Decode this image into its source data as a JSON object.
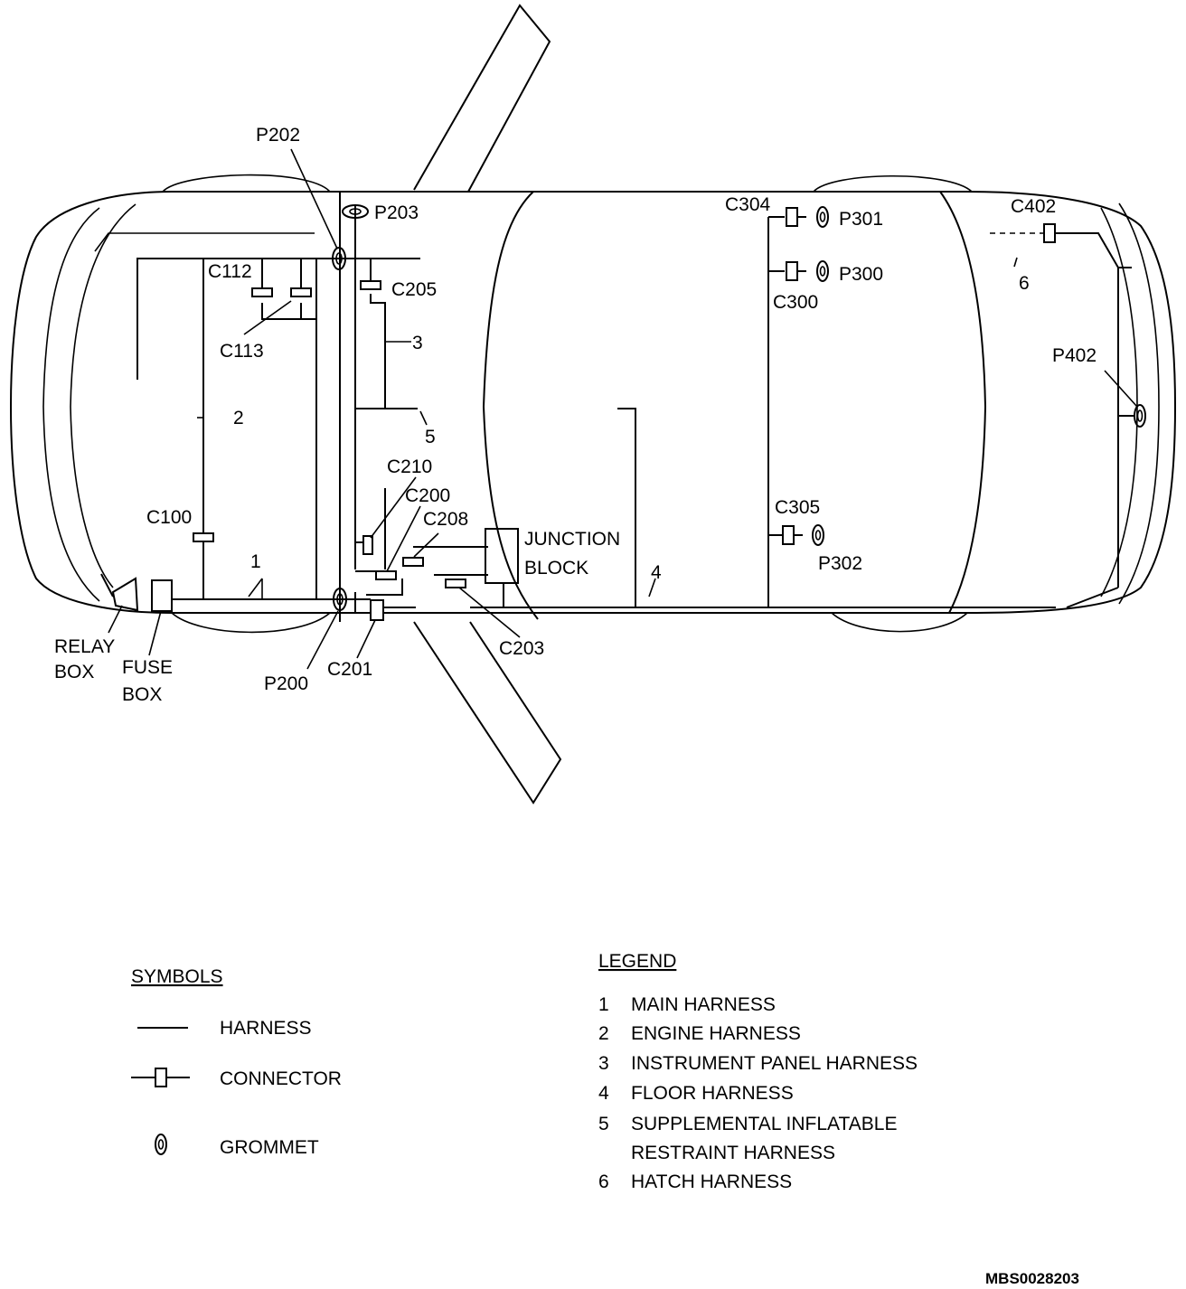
{
  "labels": {
    "p202": "P202",
    "p203": "P203",
    "c112": "C112",
    "c113": "C113",
    "c205": "C205",
    "n3": "3",
    "n2": "2",
    "n5": "5",
    "c210": "C210",
    "c200": "C200",
    "c208": "C208",
    "c100": "C100",
    "n1": "1",
    "junction1": "JUNCTION",
    "junction2": "BLOCK",
    "n4": "4",
    "relay1": "RELAY",
    "relay2": "BOX",
    "fuse1": "FUSE",
    "fuse2": "BOX",
    "p200": "P200",
    "c201": "C201",
    "c203": "C203",
    "c304": "C304",
    "p301": "P301",
    "p300": "P300",
    "c300": "C300",
    "c305": "C305",
    "p302": "P302",
    "c402": "C402",
    "n6": "6",
    "p402": "P402"
  },
  "symbols": {
    "title": "SYMBOLS",
    "harness": "HARNESS",
    "connector": "CONNECTOR",
    "grommet": "GROMMET"
  },
  "legend": {
    "title": "LEGEND",
    "items": [
      {
        "num": "1",
        "text": "MAIN HARNESS"
      },
      {
        "num": "2",
        "text": "ENGINE HARNESS"
      },
      {
        "num": "3",
        "text": "INSTRUMENT PANEL HARNESS"
      },
      {
        "num": "4",
        "text": "FLOOR HARNESS"
      },
      {
        "num": "5",
        "text": "SUPPLEMENTAL INFLATABLE"
      },
      {
        "num": "",
        "text": "RESTRAINT HARNESS"
      },
      {
        "num": "6",
        "text": "HATCH HARNESS"
      }
    ]
  },
  "figure_id": "MBS0028203"
}
